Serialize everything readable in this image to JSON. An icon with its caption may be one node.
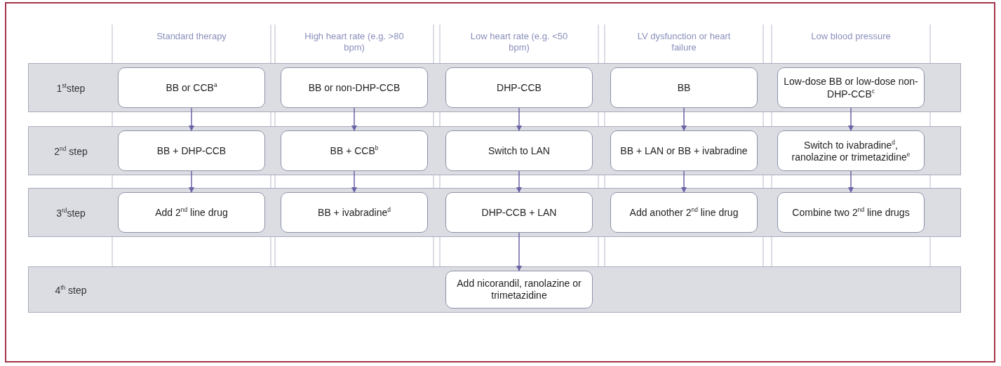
{
  "diagram": {
    "nodes": [
      {
        "text": [
          "1$^{st}$step"
        ]
      },
      {
        "text": [
          "BB or CCB$^{a}$"
        ],
        "in": 0
      },
      {
        "text": [
          "BB or non-DHP-CCB"
        ],
        "in": 0
      },
      {
        "text": [
          "DHP-CCB"
        ],
        "in": 0
      },
      {
        "text": [
          "BB"
        ],
        "in": 0
      },
      {
        "text": [
          "Low-dose BB or low-dose non-DHP-CCB$^{c}$"
        ],
        "in": 0
      },
      {
        "text": [
          "2$^{nd}$ step"
        ]
      },
      {
        "text": [
          "BB + DHP-CCB"
        ],
        "in": 6
      },
      {
        "text": [
          "BB + CCB$^{b}$"
        ],
        "in": 6
      },
      {
        "text": [
          "Switch to LAN"
        ],
        "in": 6
      },
      {
        "text": [
          "BB + LAN or BB + ivabradine"
        ],
        "in": 6
      },
      {
        "text": [
          "Switch to ivabradine$^{d}$, ranolazine or trimetazidine$^{e}$"
        ],
        "in": 6
      },
      {
        "text": [
          "3$^{rd}$step"
        ]
      },
      {
        "text": [
          "Add 2$^{nd}$ line drug"
        ],
        "in": 12
      },
      {
        "text": [
          "BB + ivabradine$^{d}$"
        ],
        "in": 12
      },
      {
        "text": [
          "DHP-CCB + LAN"
        ],
        "in": 12
      },
      {
        "text": [
          "Add another 2$^{nd}$ line drug"
        ],
        "in": 12
      },
      {
        "text": [
          "Combine two 2$^{nd}$ line drugs"
        ],
        "in": 12
      },
      {
        "text": [
          "4$^{th}$ step"
        ]
      },
      {
        "text": [
          "Add nicorandil, ranolazine or trimetazidine"
        ],
        "in": 18
      }
    ],
    "edges": [
      {
        "from": 1,
        "to": 7,
        "arrow": "to"
      },
      {
        "from": 2,
        "to": 8,
        "arrow": "to"
      },
      {
        "from": 3,
        "to": 9,
        "arrow": "to"
      },
      {
        "from": 4,
        "to": 10,
        "arrow": "to"
      },
      {
        "from": 5,
        "to": 11,
        "arrow": "to"
      },
      {
        "from": 7,
        "to": 13,
        "arrow": "to"
      },
      {
        "from": 8,
        "to": 14,
        "arrow": "to"
      },
      {
        "from": 9,
        "to": 15,
        "arrow": "to"
      },
      {
        "from": 10,
        "to": 16,
        "arrow": "to"
      },
      {
        "from": 11,
        "to": 17,
        "arrow": "to"
      },
      {
        "from": 15,
        "to": 19,
        "arrow": "to"
      }
    ],
    "labels": [
      "Standard therapy",
      "High heart rate (e.g. >80 bpm)",
      "Low heart rate (e.g. <50 bpm)",
      "LV dysfunction or heart failure",
      "Low blood pressure"
    ]
  }
}
